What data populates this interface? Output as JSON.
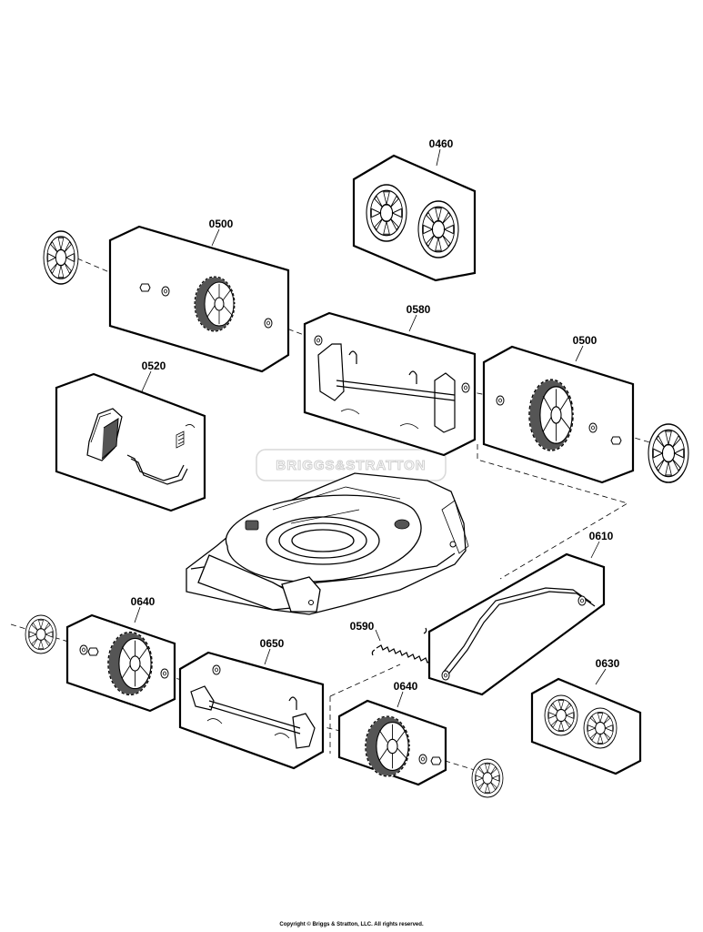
{
  "callouts": {
    "p0460": "0460",
    "p0500_left": "0500",
    "p0500_right": "0500",
    "p0520": "0520",
    "p0580": "0580",
    "p0590": "0590",
    "p0610": "0610",
    "p0630": "0630",
    "p0640_left": "0640",
    "p0640_right": "0640",
    "p0650": "0650"
  },
  "watermark": "BRIGGS&STRATTON",
  "footer": {
    "copyright": "Copyright © Briggs & Stratton, LLC. All rights reserved."
  }
}
